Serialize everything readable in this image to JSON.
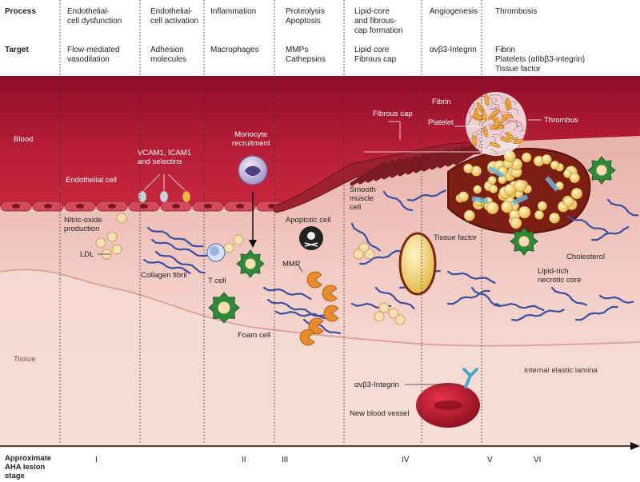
{
  "row_headers": {
    "process": "Process",
    "target": "Target"
  },
  "columns": [
    {
      "process": "Endothelial-\ncell dysfunction",
      "target": "Flow-mediated\nvasodilation"
    },
    {
      "process": "Endothelial-\ncell activation",
      "target": "Adhesion\nmolecules"
    },
    {
      "process": "Inflammation",
      "target": "Macrophages"
    },
    {
      "process": "Proteolysis\nApoptosis",
      "target": "MMPs\nCathepsins"
    },
    {
      "process": "Lipid-core\nand fibrous-\ncap formation",
      "target": "Lipid core\nFibrous cap"
    },
    {
      "process": "Angiogenesis",
      "target": "αvβ3-Integrin"
    },
    {
      "process": "Thrombosis",
      "target": "Fibrin\nPlatelets (αIIbβ3-integrin)\nTissue factor"
    }
  ],
  "regions": {
    "blood": "Blood",
    "tissue": "Tissue"
  },
  "labels": {
    "endothelial_cell": "Endothelial cell",
    "adhesion": "VCAM1, ICAM1\nand selectins",
    "nitric_oxide": "Nitric-oxide\nproduction",
    "ldl": "LDL",
    "collagen": "Collagen fibril",
    "monocyte": "Monocyte\nrecruitment",
    "t_cell": "T cell",
    "foam_cell": "Foam cell",
    "apoptotic": "Apoptotic cell",
    "mmp": "MMP",
    "smooth_muscle": "Smooth\nmuscle\ncell",
    "fibrous_cap": "Fibrous cap",
    "fibrin": "Fibrin",
    "platelet": "Platelet",
    "thrombus": "Thrombus",
    "tissue_factor": "Tissue factor",
    "cholesterol": "Cholesterol",
    "necrotic_core": "Lipid-rich\nnecrotic core",
    "integrin": "αvβ3-Integrin",
    "new_vessel": "New blood vessel",
    "elastic_lamina": "Internal elastic lamina"
  },
  "stage_axis": {
    "title": "Approximate\nAHA lesion\nstage",
    "stages": [
      "I",
      "II",
      "III",
      "IV",
      "V",
      "VI"
    ]
  },
  "colors": {
    "blood_top": "#b01935",
    "blood_bottom": "#c8273e",
    "tissue_top": "#f2c4bd",
    "tissue_bottom": "#f8e4dd",
    "collagen": "#3a4fa0",
    "foam_green": "#2d8a3a",
    "lipid_yellow": "#f2d36b"
  }
}
